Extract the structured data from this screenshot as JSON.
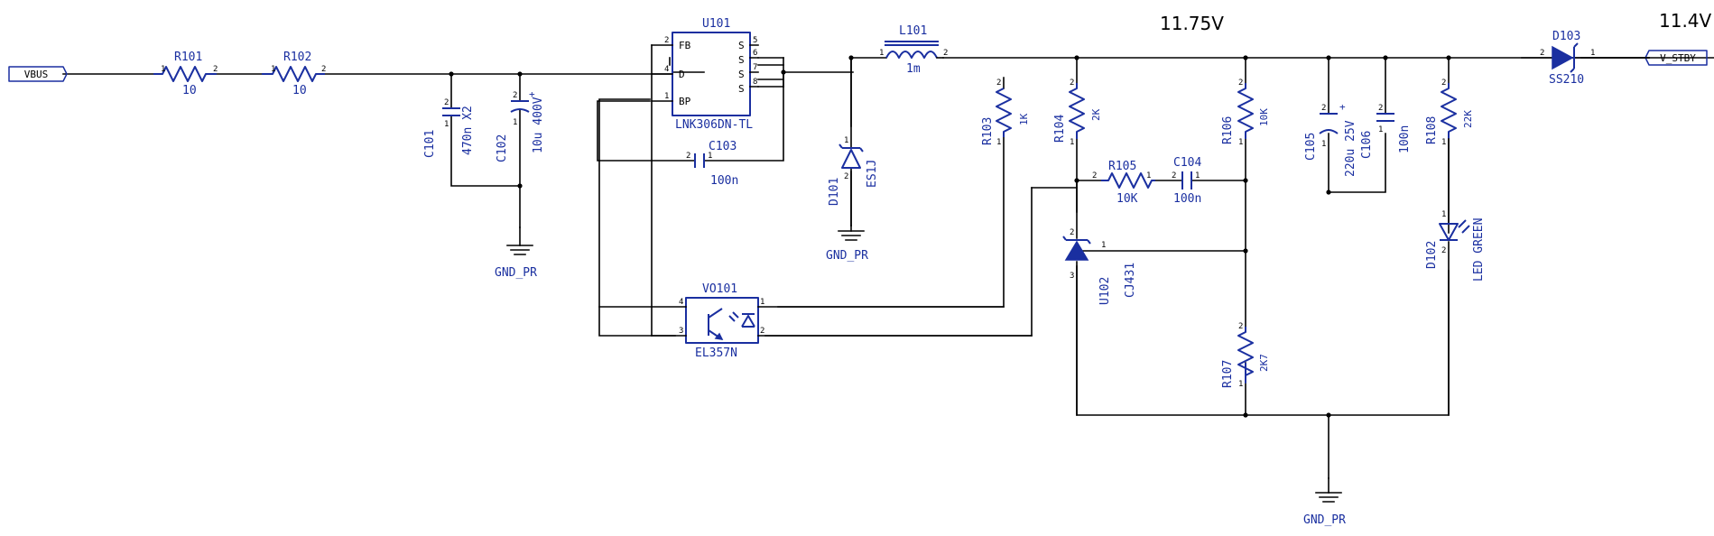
{
  "voltage_labels": {
    "mid_rail": "11.75V",
    "out_rail": "11.4V"
  },
  "ports": {
    "input": "VBUS",
    "output": "V_STBY"
  },
  "grounds": {
    "input": "GND_PR",
    "diode": "GND_PR",
    "output": "GND_PR"
  },
  "components": {
    "R101": {
      "ref": "R101",
      "value": "10"
    },
    "R102": {
      "ref": "R102",
      "value": "10"
    },
    "C101": {
      "ref": "C101",
      "value": "470n X2"
    },
    "C102": {
      "ref": "C102",
      "value": "10u 400V"
    },
    "U101": {
      "ref": "U101",
      "part": "LNK306DN-TL",
      "pins": [
        "FB",
        "D",
        "BP",
        "S",
        "S",
        "S",
        "S"
      ]
    },
    "C103": {
      "ref": "C103",
      "value": "100n"
    },
    "L101": {
      "ref": "L101",
      "value": "1m"
    },
    "D101": {
      "ref": "D101",
      "value": "ES1J"
    },
    "VO101": {
      "ref": "VO101",
      "part": "EL357N"
    },
    "R103": {
      "ref": "R103",
      "value": "1K"
    },
    "R104": {
      "ref": "R104",
      "value": "2K"
    },
    "R105": {
      "ref": "R105",
      "value": "10K"
    },
    "C104": {
      "ref": "C104",
      "value": "100n"
    },
    "U102": {
      "ref": "U102",
      "part": "CJ431"
    },
    "R106": {
      "ref": "R106",
      "value": "10K"
    },
    "R107": {
      "ref": "R107",
      "value": "2K7"
    },
    "C105": {
      "ref": "C105",
      "value": "220u 25V"
    },
    "C106": {
      "ref": "C106",
      "value": "100n"
    },
    "R108": {
      "ref": "R108",
      "value": "22K"
    },
    "D102": {
      "ref": "D102",
      "value": "LED GREEN"
    },
    "D103": {
      "ref": "D103",
      "value": "SS210"
    }
  },
  "pin_numbers": {
    "one": "1",
    "two": "2",
    "three": "3",
    "four": "4",
    "five": "5",
    "six": "6",
    "seven": "7",
    "eight": "8"
  }
}
